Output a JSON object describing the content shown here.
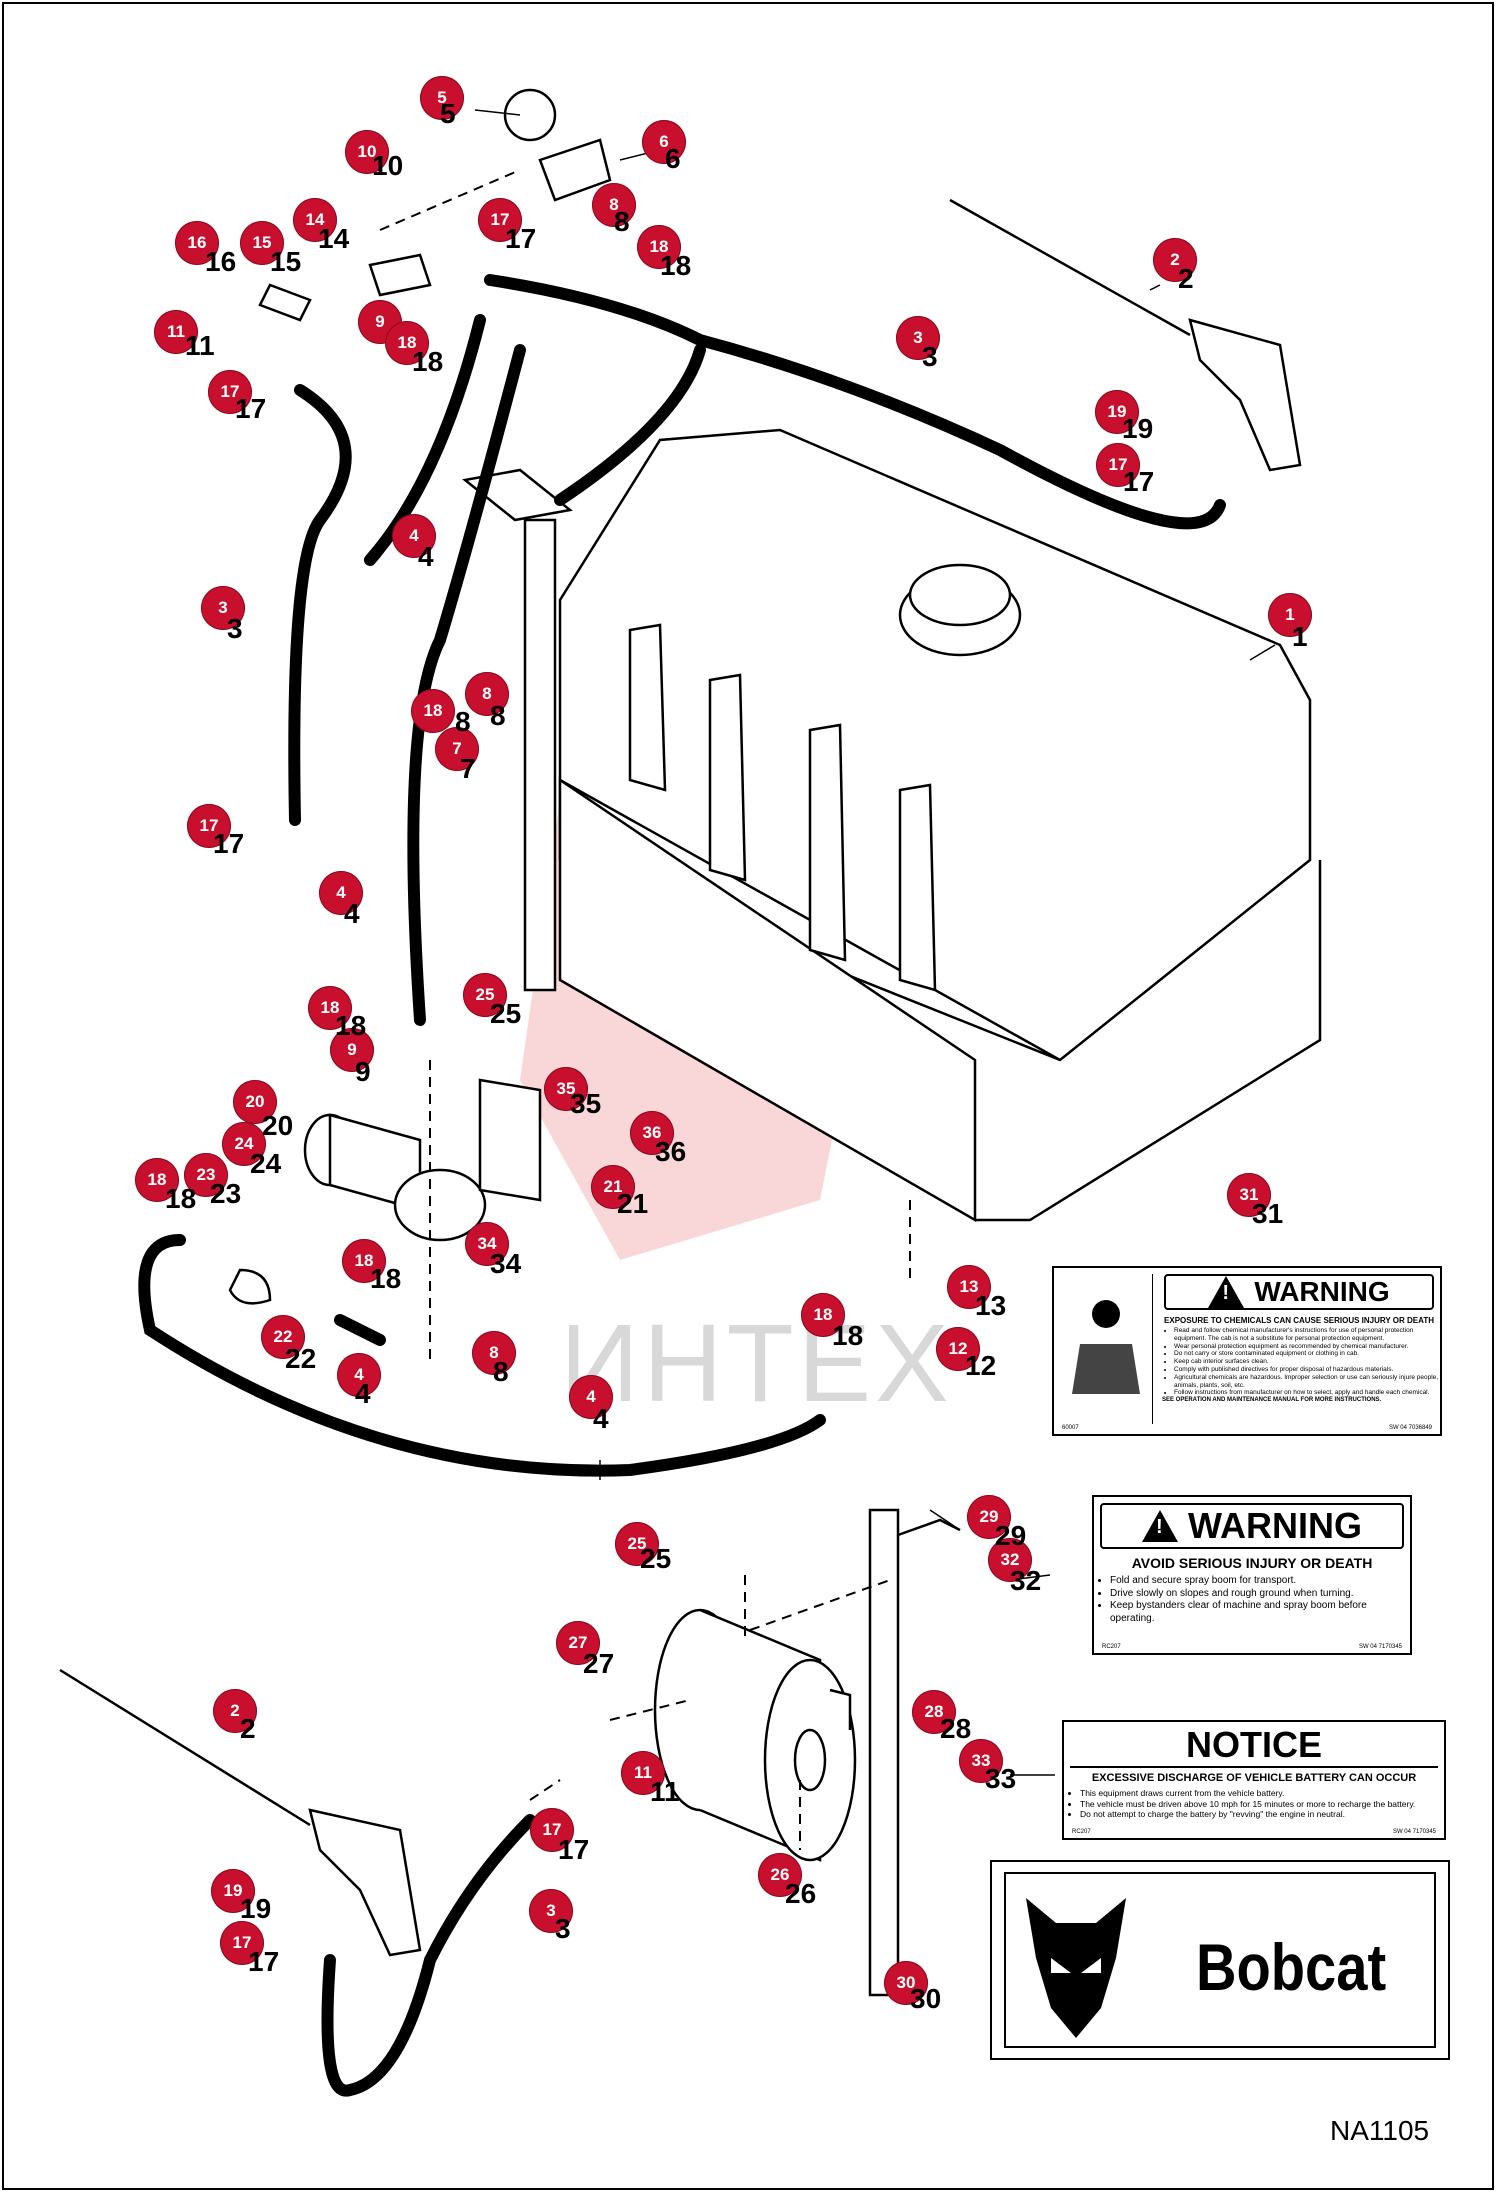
{
  "drawing_code": "NA1105",
  "watermark_text": "ИНТЕХ",
  "accent_color": "#c8102e",
  "callouts": [
    {
      "id": "c5a",
      "label": "5"
    },
    {
      "id": "c6",
      "label": "6"
    },
    {
      "id": "c10",
      "label": "10"
    },
    {
      "id": "c8a",
      "label": "8"
    },
    {
      "id": "c17a",
      "label": "17"
    },
    {
      "id": "c14",
      "label": "14"
    },
    {
      "id": "c16",
      "label": "16"
    },
    {
      "id": "c15",
      "label": "15"
    },
    {
      "id": "c18a",
      "label": "18"
    },
    {
      "id": "c9a",
      "label": "9"
    },
    {
      "id": "c18b",
      "label": "18"
    },
    {
      "id": "c11a",
      "label": "11"
    },
    {
      "id": "c17b",
      "label": "17"
    },
    {
      "id": "c3a",
      "label": "3"
    },
    {
      "id": "c2a",
      "label": "2"
    },
    {
      "id": "c19a",
      "label": "19"
    },
    {
      "id": "c17c",
      "label": "17"
    },
    {
      "id": "c4a",
      "label": "4"
    },
    {
      "id": "c3b",
      "label": "3"
    },
    {
      "id": "c1",
      "label": "1"
    },
    {
      "id": "c8b",
      "label": "8"
    },
    {
      "id": "c18c",
      "label": "18"
    },
    {
      "id": "c7",
      "label": "7"
    },
    {
      "id": "c17d",
      "label": "17"
    },
    {
      "id": "c4b",
      "label": "4"
    },
    {
      "id": "c25a",
      "label": "25"
    },
    {
      "id": "c18d",
      "label": "18"
    },
    {
      "id": "c9b",
      "label": "9"
    },
    {
      "id": "c35",
      "label": "35"
    },
    {
      "id": "c20",
      "label": "20"
    },
    {
      "id": "c24",
      "label": "24"
    },
    {
      "id": "c36",
      "label": "36"
    },
    {
      "id": "c18e",
      "label": "18"
    },
    {
      "id": "c23",
      "label": "23"
    },
    {
      "id": "c21",
      "label": "21"
    },
    {
      "id": "c34",
      "label": "34"
    },
    {
      "id": "c31",
      "label": "31"
    },
    {
      "id": "c18f",
      "label": "18"
    },
    {
      "id": "c13",
      "label": "13"
    },
    {
      "id": "c22",
      "label": "22"
    },
    {
      "id": "c4c",
      "label": "4"
    },
    {
      "id": "c8c",
      "label": "8"
    },
    {
      "id": "c18g",
      "label": "18"
    },
    {
      "id": "c12",
      "label": "12"
    },
    {
      "id": "c4d",
      "label": "4"
    },
    {
      "id": "c29",
      "label": "29"
    },
    {
      "id": "c25b",
      "label": "25"
    },
    {
      "id": "c32",
      "label": "32"
    },
    {
      "id": "c27",
      "label": "27"
    },
    {
      "id": "c28",
      "label": "28"
    },
    {
      "id": "c33",
      "label": "33"
    },
    {
      "id": "c2b",
      "label": "2"
    },
    {
      "id": "c11b",
      "label": "11"
    },
    {
      "id": "c17e",
      "label": "17"
    },
    {
      "id": "c26",
      "label": "26"
    },
    {
      "id": "c19b",
      "label": "19"
    },
    {
      "id": "c3c",
      "label": "3"
    },
    {
      "id": "c17f",
      "label": "17"
    },
    {
      "id": "c30",
      "label": "30"
    }
  ],
  "part_numbers": [
    {
      "id": "n5a",
      "label": "5"
    },
    {
      "id": "n6",
      "label": "6"
    },
    {
      "id": "n10",
      "label": "10"
    },
    {
      "id": "n8a",
      "label": "8"
    },
    {
      "id": "n17a",
      "label": "17"
    },
    {
      "id": "n14",
      "label": "14"
    },
    {
      "id": "n16",
      "label": "16"
    },
    {
      "id": "n15",
      "label": "15"
    },
    {
      "id": "n18a",
      "label": "18"
    },
    {
      "id": "n18b",
      "label": "18"
    },
    {
      "id": "n11a",
      "label": "11"
    },
    {
      "id": "n17b",
      "label": "17"
    },
    {
      "id": "n3a",
      "label": "3"
    },
    {
      "id": "n2a",
      "label": "2"
    },
    {
      "id": "n19a",
      "label": "19"
    },
    {
      "id": "n17c",
      "label": "17"
    },
    {
      "id": "n4a",
      "label": "4"
    },
    {
      "id": "n3b",
      "label": "3"
    },
    {
      "id": "n1",
      "label": "1"
    },
    {
      "id": "n8b",
      "label": "8"
    },
    {
      "id": "n18c",
      "label": "8"
    },
    {
      "id": "n7",
      "label": "7"
    },
    {
      "id": "n17d",
      "label": "17"
    },
    {
      "id": "n4b",
      "label": "4"
    },
    {
      "id": "n25a",
      "label": "25"
    },
    {
      "id": "n18d",
      "label": "18"
    },
    {
      "id": "n9b",
      "label": "9"
    },
    {
      "id": "n35",
      "label": "35"
    },
    {
      "id": "n20",
      "label": "20"
    },
    {
      "id": "n24",
      "label": "24"
    },
    {
      "id": "n36",
      "label": "36"
    },
    {
      "id": "n18e",
      "label": "18"
    },
    {
      "id": "n23",
      "label": "23"
    },
    {
      "id": "n21",
      "label": "21"
    },
    {
      "id": "n34",
      "label": "34"
    },
    {
      "id": "n31",
      "label": "31"
    },
    {
      "id": "n18f",
      "label": "18"
    },
    {
      "id": "n13",
      "label": "13"
    },
    {
      "id": "n22",
      "label": "22"
    },
    {
      "id": "n4c",
      "label": "4"
    },
    {
      "id": "n8c",
      "label": "8"
    },
    {
      "id": "n18g",
      "label": "18"
    },
    {
      "id": "n12",
      "label": "12"
    },
    {
      "id": "n4d",
      "label": "4"
    },
    {
      "id": "n29",
      "label": "29"
    },
    {
      "id": "n25b",
      "label": "25"
    },
    {
      "id": "n32",
      "label": "32"
    },
    {
      "id": "n27",
      "label": "27"
    },
    {
      "id": "n28",
      "label": "28"
    },
    {
      "id": "n33",
      "label": "33"
    },
    {
      "id": "n2b",
      "label": "2"
    },
    {
      "id": "n11b",
      "label": "11"
    },
    {
      "id": "n17e",
      "label": "17"
    },
    {
      "id": "n26",
      "label": "26"
    },
    {
      "id": "n19b",
      "label": "19"
    },
    {
      "id": "n3c",
      "label": "3"
    },
    {
      "id": "n17f",
      "label": "17"
    },
    {
      "id": "n30",
      "label": "30"
    }
  ],
  "decal_31": {
    "header": "WARNING",
    "hazard": "EXPOSURE TO CHEMICALS CAN CAUSE SERIOUS INJURY OR DEATH",
    "items": [
      "Read and follow chemical manufacturer's instructions for use of personal protection equipment. The cab is not a substitute for personal protection equipment.",
      "Wear personal protection equipment as recommended by chemical manufacturer.",
      "Do not carry or store contaminated equipment or clothing in cab.",
      "Keep cab interior surfaces clean.",
      "Comply with published directives for proper disposal of hazardous materials.",
      "Agricultural chemicals are hazardous. Improper selection or use can seriously injure people, animals, plants, soil, etc.",
      "Follow instructions from manufacturer on how to select, apply and handle each chemical."
    ],
    "footer": "SEE OPERATION AND MAINTENANCE MANUAL FOR MORE INSTRUCTIONS.",
    "code_left": "60007",
    "code_right": "SW 04 7036849"
  },
  "decal_32": {
    "header": "WARNING",
    "hazard": "AVOID SERIOUS INJURY OR DEATH",
    "items": [
      "Fold and secure spray boom for transport.",
      "Drive slowly on slopes and rough ground when turning.",
      "Keep bystanders clear of machine and spray boom before operating."
    ],
    "code_left": "RC207",
    "code_right": "SW 04 7170345"
  },
  "decal_33": {
    "header": "NOTICE",
    "hazard": "EXCESSIVE DISCHARGE OF VEHICLE BATTERY CAN OCCUR",
    "items": [
      "This equipment draws current from the vehicle battery.",
      "The vehicle must be driven above 10 mph for 15 minutes or more to recharge the battery.",
      "Do not attempt to charge the battery by \"revving\" the engine in neutral."
    ],
    "code_left": "RC207",
    "code_right": "SW 04 7170345"
  },
  "decal_30": {
    "brand": "Bobcat"
  }
}
